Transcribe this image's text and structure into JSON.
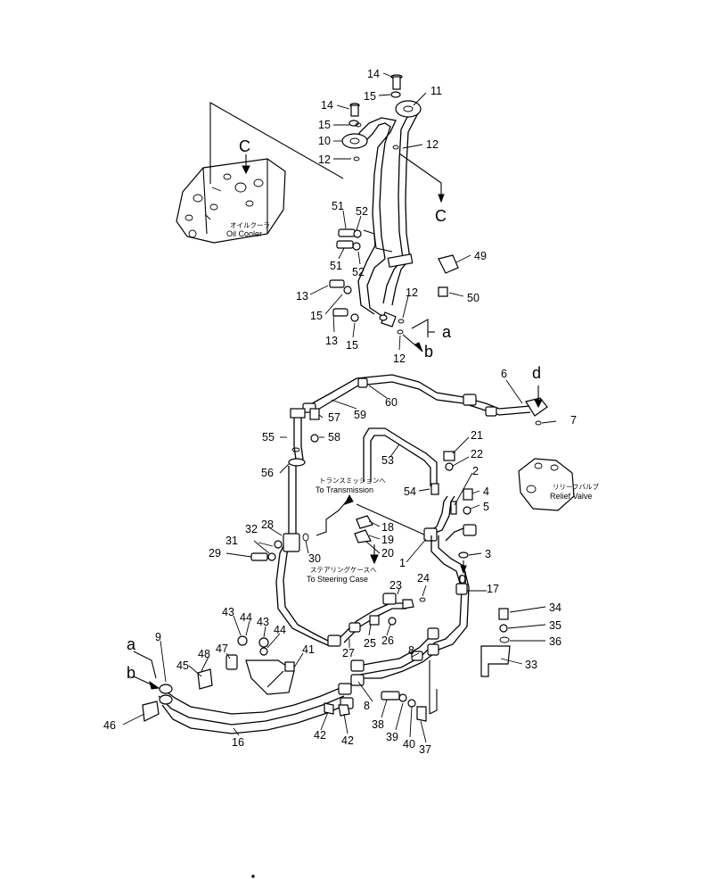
{
  "labels": {
    "oil_cooler_jp": "オイルクーラ",
    "oil_cooler": "Oil Cooler",
    "relief_valve_jp": "リリーフバルブ",
    "relief_valve": "Relief Valve",
    "to_transmission_jp": "トランスミッションへ",
    "to_transmission": "To Transmission",
    "to_steering_case_jp": "ステアリングケースへ",
    "to_steering_case": "To Steering Case"
  },
  "letters": {
    "c_top": "C",
    "c_ref": "C",
    "a_ref": "a",
    "b_ref": "b",
    "d_top": "d",
    "d_ref": "d",
    "a_left": "a",
    "b_left": "b"
  },
  "callouts": {
    "n14a": "14",
    "n15a": "15",
    "n11": "11",
    "n14b": "14",
    "n15b": "15",
    "n10": "10",
    "n12a": "12",
    "n12b": "12",
    "n51a": "51",
    "n52a": "52",
    "n51b": "51",
    "n52b": "52",
    "n49": "49",
    "n13a": "13",
    "n15c": "15",
    "n12c": "12",
    "n50": "50",
    "n13b": "13",
    "n15d": "15",
    "n12d": "12",
    "n6": "6",
    "n7": "7",
    "n60": "60",
    "n59": "59",
    "n57": "57",
    "n58": "58",
    "n55": "55",
    "n56": "56",
    "n53": "53",
    "n21": "21",
    "n22": "22",
    "n54": "54",
    "n2": "2",
    "n4": "4",
    "n5": "5",
    "n28": "28",
    "n32": "32",
    "n31": "31",
    "n29": "29",
    "n30": "30",
    "n18": "18",
    "n19": "19",
    "n20": "20",
    "n1": "1",
    "n3": "3",
    "n24": "24",
    "n23": "23",
    "n17": "17",
    "n34": "34",
    "n35": "35",
    "n36": "36",
    "n33": "33",
    "n25": "25",
    "n26": "26",
    "n27": "27",
    "n43a": "43",
    "n44a": "44",
    "n43b": "43",
    "n44b": "44",
    "n9": "9",
    "n48": "48",
    "n47": "47",
    "n45": "45",
    "n41": "41",
    "n8a": "8",
    "n8b": "8",
    "n46": "46",
    "n16": "16",
    "n42a": "42",
    "n42b": "42",
    "n38": "38",
    "n39": "39",
    "n40": "40",
    "n37": "37"
  }
}
